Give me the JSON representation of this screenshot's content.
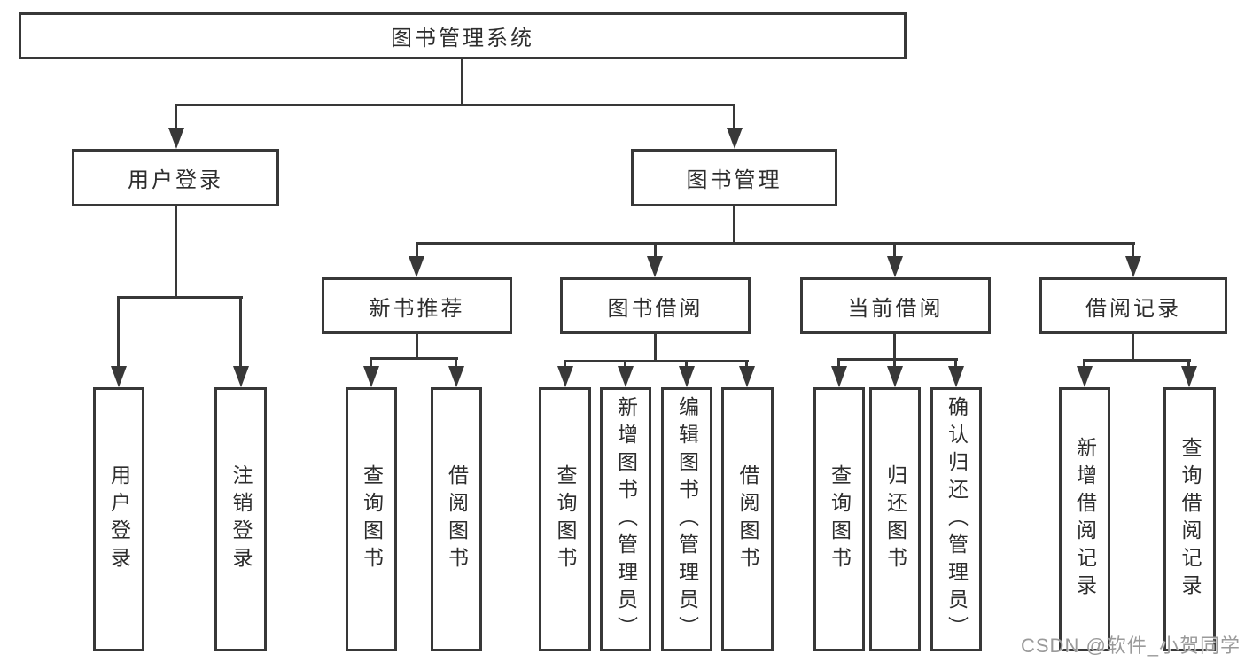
{
  "diagram": {
    "root": {
      "label": "图书管理系统"
    },
    "level2": [
      {
        "label": "用户登录"
      },
      {
        "label": "图书管理"
      }
    ],
    "level3": [
      {
        "label": "新书推荐"
      },
      {
        "label": "图书借阅"
      },
      {
        "label": "当前借阅"
      },
      {
        "label": "借阅记录"
      }
    ],
    "leaves": [
      {
        "label": "用户登录"
      },
      {
        "label": "注销登录"
      },
      {
        "label": "查询图书"
      },
      {
        "label": "借阅图书"
      },
      {
        "label": "查询图书"
      },
      {
        "label": "新增图书（管理员）"
      },
      {
        "label": "编辑图书（管理员）"
      },
      {
        "label": "借阅图书"
      },
      {
        "label": "查询图书"
      },
      {
        "label": "归还图书"
      },
      {
        "label": "确认归还（管理员）"
      },
      {
        "label": "新增借阅记录"
      },
      {
        "label": "查询借阅记录"
      }
    ],
    "watermark": "CSDN @软件_小贺同学",
    "colors": {
      "line": "#383838",
      "text": "#2d2d2d",
      "watermark": "#9a9a9a",
      "background": "#ffffff"
    }
  }
}
